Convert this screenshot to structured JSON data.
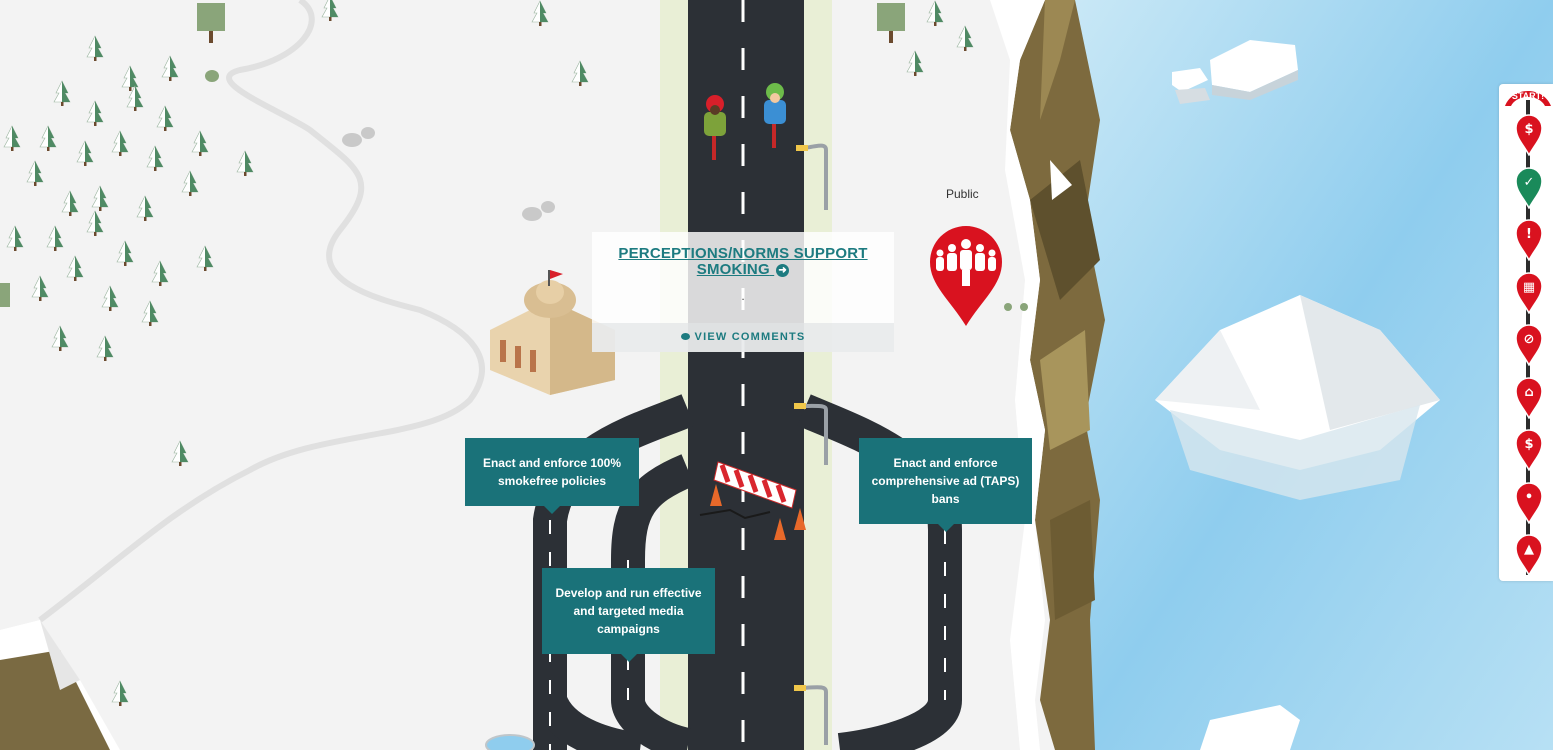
{
  "card": {
    "title": "PERCEPTIONS/NORMS SUPPORT SMOKING",
    "dot": ".",
    "comments_label": "VIEW COMMENTS"
  },
  "public_label": "Public",
  "policies": {
    "smokefree": "Enact and enforce 100% smokefree policies",
    "media": "Develop and run effective and targeted media campaigns",
    "adban": "Enact and enforce comprehensive ad (TAPS) bans"
  },
  "sidebar": {
    "start_label": "START!",
    "pins": [
      {
        "icon": "price-tag-icon",
        "color": "#d9121f"
      },
      {
        "icon": "shield-check-icon",
        "color": "#1a8a5a"
      },
      {
        "icon": "warning-icon",
        "color": "#d9121f"
      },
      {
        "icon": "store-icon",
        "color": "#d9121f"
      },
      {
        "icon": "no-smoking-icon",
        "color": "#d9121f"
      },
      {
        "icon": "government-building-icon",
        "color": "#d9121f"
      },
      {
        "icon": "dollar-icon",
        "color": "#d9121f"
      },
      {
        "icon": "traffic-light-icon",
        "color": "#d9121f"
      },
      {
        "icon": "person-icon",
        "color": "#d9121f"
      }
    ]
  },
  "colors": {
    "teal": "#1a7279",
    "red_pin": "#d9121f",
    "road": "#2c3036",
    "water": "#9fd4ee"
  }
}
